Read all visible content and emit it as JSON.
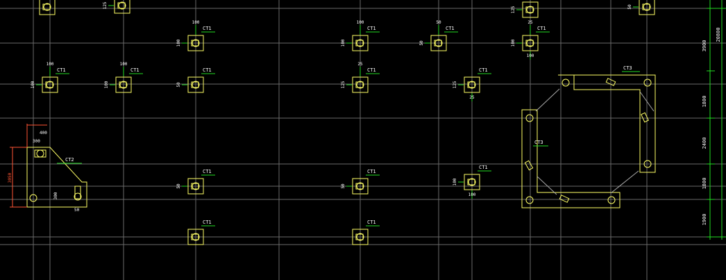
{
  "drawing": {
    "colors": {
      "background": "#000000",
      "grid": "#6a6a6a",
      "cap_outline": "#ffff66",
      "dimension": "#22dd22",
      "highlight_dim": "#ff5533",
      "text": "#ffffff"
    },
    "right_axis": {
      "total": "20800",
      "segments": [
        "3900",
        "1800",
        "2400",
        "1800",
        "1900"
      ]
    },
    "caps": [
      {
        "label": "",
        "left": "",
        "top": "",
        "bottom": ""
      },
      {
        "label": "",
        "left": "125",
        "top": "",
        "bottom": ""
      },
      {
        "label": "CT1",
        "left": "100",
        "top": "100",
        "bottom": ""
      },
      {
        "label": "CT1",
        "left": "100",
        "top": "100",
        "bottom": ""
      },
      {
        "label": "CT1",
        "left": "50",
        "top": "50",
        "bottom": ""
      },
      {
        "label": "",
        "left": "125",
        "top": "",
        "bottom": ""
      },
      {
        "label": "CT1",
        "left": "100",
        "top": "25",
        "bottom": "100"
      },
      {
        "label": "",
        "left": "50",
        "top": "",
        "bottom": ""
      },
      {
        "label": "CT1",
        "left": "100",
        "top": "100",
        "bottom": ""
      },
      {
        "label": "CT1",
        "left": "100",
        "top": "100",
        "bottom": ""
      },
      {
        "label": "CT1",
        "left": "50",
        "top": "",
        "bottom": ""
      },
      {
        "label": "CT1",
        "left": "125",
        "top": "25",
        "bottom": ""
      },
      {
        "label": "CT1",
        "left": "125",
        "top": "",
        "bottom": "25"
      },
      {
        "label": "CT1",
        "left": "50",
        "top": "",
        "bottom": ""
      },
      {
        "label": "CT1",
        "left": "50",
        "top": "",
        "bottom": ""
      },
      {
        "label": "CT1",
        "left": "100",
        "top": "",
        "bottom": "100"
      },
      {
        "label": "CT1",
        "left": "",
        "top": "",
        "bottom": ""
      },
      {
        "label": "CT1",
        "left": "",
        "top": "",
        "bottom": ""
      }
    ],
    "ct2": {
      "label": "CT2",
      "dims": [
        "400",
        "300",
        "3050",
        "300",
        "50"
      ]
    },
    "ct3": {
      "labels": [
        "CT3",
        "CT3"
      ]
    }
  }
}
